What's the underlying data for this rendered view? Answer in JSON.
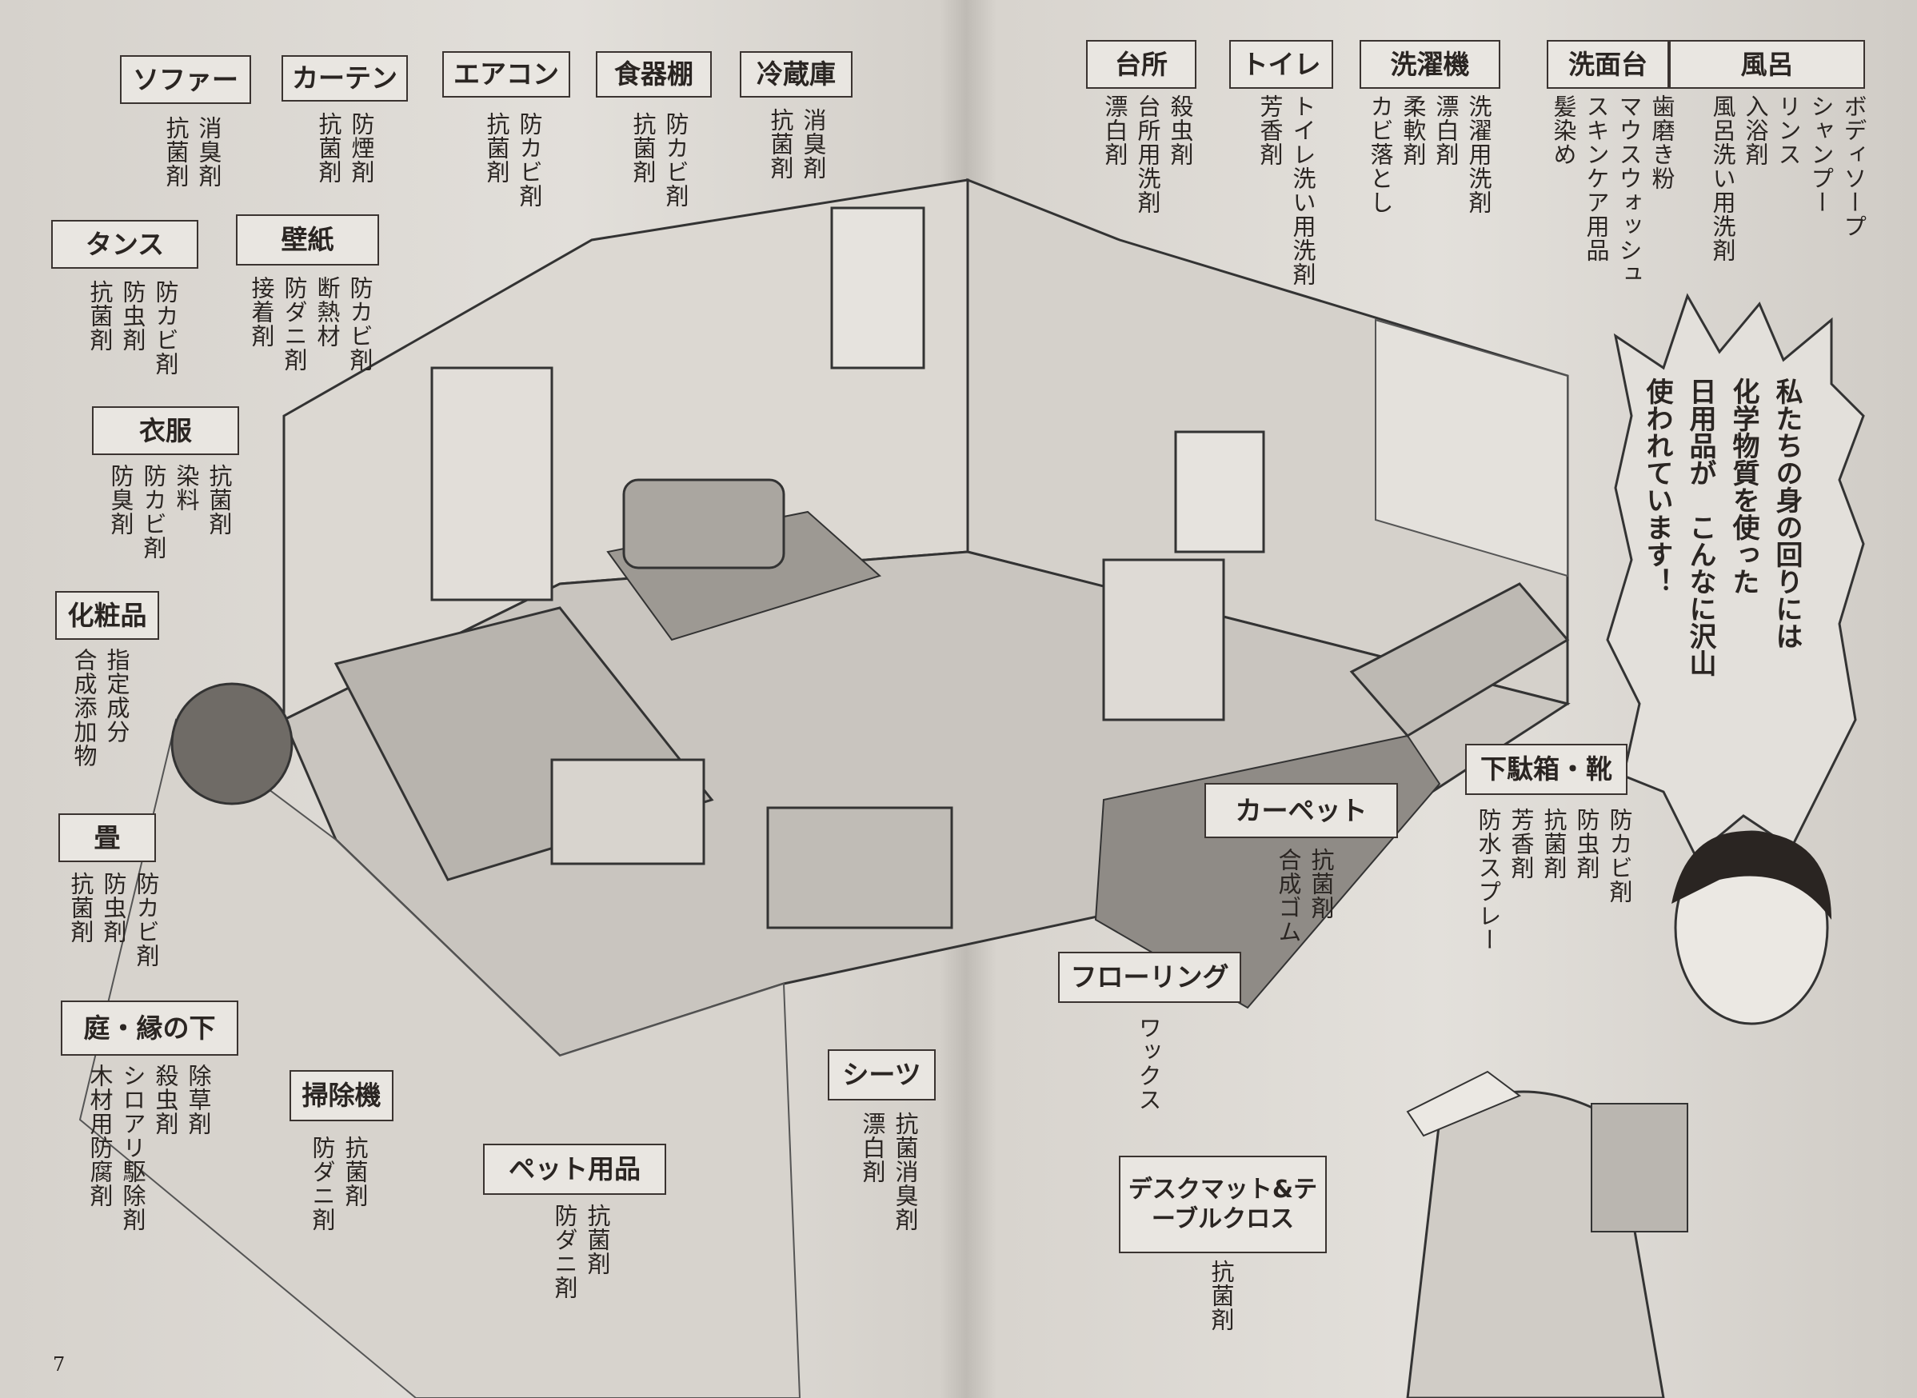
{
  "groups": [
    {
      "label": "ソファー",
      "items": [
        "消臭剤",
        "抗菌剤"
      ]
    },
    {
      "label": "カーテン",
      "items": [
        "防煙剤",
        "抗菌剤"
      ]
    },
    {
      "label": "エアコン",
      "items": [
        "防カビ剤",
        "抗菌剤"
      ]
    },
    {
      "label": "食器棚",
      "items": [
        "防カビ剤",
        "抗菌剤"
      ]
    },
    {
      "label": "冷蔵庫",
      "items": [
        "消臭剤",
        "抗菌剤"
      ]
    },
    {
      "label": "タンス",
      "items": [
        "防カビ剤",
        "防虫剤",
        "抗菌剤"
      ]
    },
    {
      "label": "壁紙",
      "items": [
        "防カビ剤",
        "断熱材",
        "防ダニ剤",
        "接着剤"
      ]
    },
    {
      "label": "衣服",
      "items": [
        "抗菌剤",
        "染料",
        "防カビ剤",
        "防臭剤"
      ]
    },
    {
      "label": "化粧品",
      "items": [
        "指定成分",
        "合成添加物"
      ]
    },
    {
      "label": "畳",
      "items": [
        "防カビ剤",
        "防虫剤",
        "抗菌剤"
      ]
    },
    {
      "label": "庭・縁の下",
      "items": [
        "除草剤",
        "殺虫剤",
        "シロアリ駆除剤",
        "木材用防腐剤"
      ]
    },
    {
      "label": "掃除機",
      "items": [
        "抗菌剤",
        "防ダニ剤"
      ]
    },
    {
      "label": "ペット用品",
      "items": [
        "抗菌剤",
        "防ダニ剤"
      ]
    },
    {
      "label": "シーツ",
      "items": [
        "抗菌消臭剤",
        "漂白剤"
      ]
    },
    {
      "label": "フローリング",
      "items": [
        "ワックス"
      ]
    },
    {
      "label": "デスクマット&テーブルクロス",
      "items": [
        "抗菌剤"
      ]
    },
    {
      "label": "カーペット",
      "items": [
        "抗菌剤",
        "合成ゴム"
      ]
    },
    {
      "label": "下駄箱・靴",
      "items": [
        "防カビ剤",
        "防虫剤",
        "抗菌剤",
        "芳香剤",
        "防水スプレー"
      ]
    },
    {
      "label": "台所",
      "items": [
        "殺虫剤",
        "台所用洗剤",
        "漂白剤"
      ]
    },
    {
      "label": "トイレ",
      "items": [
        "トイレ洗い用洗剤",
        "芳香剤"
      ]
    },
    {
      "label": "洗濯機",
      "items": [
        "洗濯用洗剤",
        "漂白剤",
        "柔軟剤",
        "カビ落とし"
      ]
    },
    {
      "label": "洗面台",
      "items": [
        "歯磨き粉",
        "マウスウォッシュ",
        "スキンケア用品",
        "髪染め"
      ]
    },
    {
      "label": "風呂",
      "items": [
        "ボディソープ",
        "シャンプー",
        "リンス",
        "入浴剤",
        "風呂洗い用洗剤"
      ]
    }
  ],
  "speech_bubble": [
    "私たちの身の回りには",
    "化学物質を使った",
    "日用品が　こんなに沢山",
    "使われています！"
  ],
  "page_number": "7"
}
